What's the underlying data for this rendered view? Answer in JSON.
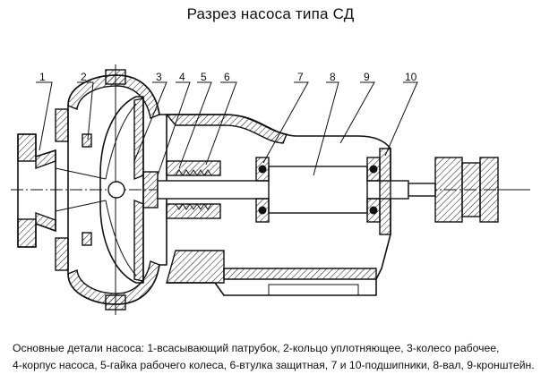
{
  "title": "Разрез насоса типа СД",
  "part_labels": [
    "1",
    "2",
    "3",
    "4",
    "5",
    "6",
    "7",
    "8",
    "9",
    "10"
  ],
  "caption": {
    "line1": "Основные детали насоса: 1-всасывающий патрубок, 2-кольцо уплотняющее, 3-колесо рабочее,",
    "line2": "4-корпус насоса, 5-гайка рабочего колеса, 6-втулка защитная, 7 и 10-подшипники, 8-вал, 9-кронштейн."
  }
}
